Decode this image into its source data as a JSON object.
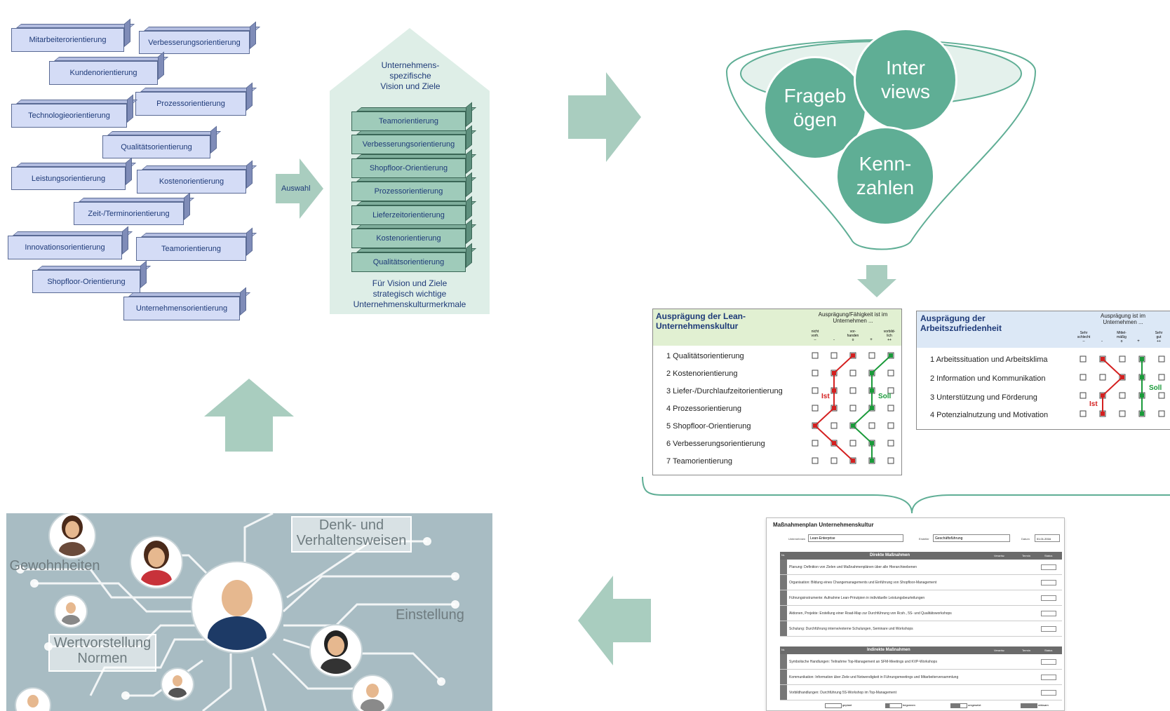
{
  "orientations": [
    "Mitarbeiterorientierung",
    "Verbesserungsorientierung",
    "Kundenorientierung",
    "Prozessorientierung",
    "Technologieorientierung",
    "Qualitätsorientierung",
    "Leistungsorientierung",
    "Kostenorientierung",
    "Zeit-/Terminorientierung",
    "Innovationsorientierung",
    "Teamorientierung",
    "Shopfloor-Orientierung",
    "Unternehmensorientierung"
  ],
  "auswahl_label": "Auswahl",
  "house": {
    "title": "Unternehmens-\nspezifische\nVision und Ziele",
    "stack": [
      "Teamorientierung",
      "Verbesserungsorientierung",
      "Shopfloor-Orientierung",
      "Prozessorientierung",
      "Lieferzeitorientierung",
      "Kostenorientierung",
      "Qualitätsorientierung"
    ],
    "caption": "Für Vision und Ziele\nstrategisch wichtige\nUnternehmenskulturmerkmale"
  },
  "funnel": {
    "fragebogen": "Frageb\nögen",
    "interviews": "Inter\nviews",
    "kennzahlen": "Kenn-\nzahlen"
  },
  "lean_table": {
    "title": "Ausprägung der Lean-\nUnternehmenskultur",
    "header": "Ausprägung/Fähigkeit ist im\nUnternehmen ...",
    "scale": [
      "nicht\nvorh.\n--",
      "-",
      "vor-\nhanden\no",
      "+",
      "vorbild-\nlich\n++"
    ],
    "rows": [
      "1  Qualitätsorientierung",
      "2  Kostenorientierung",
      "3  Liefer-/Durchlaufzeitorientierung",
      "4  Prozessorientierung",
      "5  Shopfloor-Orientierung",
      "6  Verbesserungsorientierung",
      "7  Teamorientierung"
    ],
    "ist": "Ist",
    "soll": "Soll",
    "ist_positions": [
      2,
      1,
      1,
      1,
      0,
      1,
      2
    ],
    "soll_positions": [
      4,
      3,
      3,
      3,
      2,
      3,
      3
    ]
  },
  "az_table": {
    "title": "Ausprägung der\nArbeitszufriedenheit",
    "header": "Ausprägung ist im\nUnternehmen ...",
    "scale": [
      "Sehr\nschlecht\n--",
      "-",
      "Mittel-\nmäßig\no",
      "+",
      "Sehr\ngut\n++"
    ],
    "rows": [
      "1  Arbeitssituation und Arbeitsklima",
      "2  Information und Kommunikation",
      "3  Unterstützung und Förderung",
      "4  Potenzialnutzung und Motivation"
    ],
    "ist": "Ist",
    "soll": "Soll",
    "ist_positions": [
      1,
      2,
      1,
      1
    ],
    "soll_positions": [
      3,
      3,
      3,
      3
    ]
  },
  "plan": {
    "title": "Maßnahmenplan Unternehmenskultur",
    "company_label": "Unternehmen",
    "company_value": "Lean-Enterprise",
    "creator_label": "Ersteller",
    "creator_value": "Geschäftsführung",
    "date_label": "Datum",
    "date_value": "01.01.2016",
    "col_nr": "Nr.",
    "col_resp": "Verantw.",
    "col_term": "Termin",
    "col_status": "Status",
    "direct_header": "Direkte Maßnahmen",
    "direct": [
      "Planung: Definition von Zielen und Maßnahmenplänen über alle Hierarchieebenen",
      "Organisation: Bildung eines Changemanagements und Einführung von Shopfloor-Management",
      "Führungsinstrumente: Aufnahme Lean-Prinzipien in individuelle Leistungsbeurteilungen",
      "Aktionen, Projekte: Erstellung einer Road-Map zur Durchführung von Rcsh., 5S- und Qualitätsworkshops",
      "Schulung: Durchführung interne/externe Schulungen, Seminare und Workshops"
    ],
    "indirect_header": "Indirekte Maßnahmen",
    "indirect": [
      "Symbolische Handlungen: Teilnahme Top-Management an SFM-Meetings und KVP-Workshops",
      "Kommunikation: Information über Ziele und Notwendigkeit in Führungsmeetings und Mitarbeiterversammlung",
      "Vorbildhandlungen: Durchführung 5S-Workshop im Top-Management"
    ],
    "legend": [
      "geplant",
      "begonnen",
      "umgesetzt",
      "wirksam"
    ]
  },
  "image_labels": {
    "denk": "Denk- und\nVerhaltensweisen",
    "gewohnheiten": "Gewohnheiten",
    "einstellung": "Einstellung",
    "wertvorstellung": "Wertvorstellung\nNormen"
  },
  "colors": {
    "arrow": "#a9cdbf",
    "teal": "#5fae95",
    "box_fill": "#d4dcf6",
    "ist": "#d42020",
    "soll": "#1a9a3a"
  }
}
